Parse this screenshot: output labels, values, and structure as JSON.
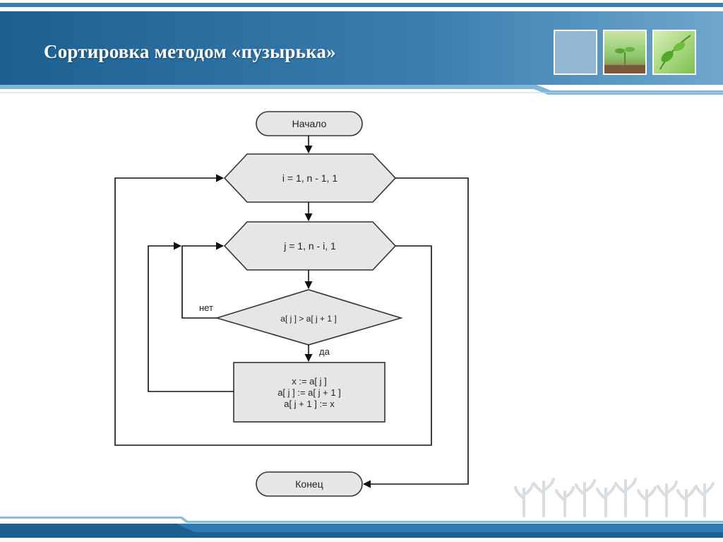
{
  "slide": {
    "title": "Сортировка методом «пузырька»"
  },
  "flowchart": {
    "start_label": "Начало",
    "outer_loop_label": "i = 1, n - 1, 1",
    "inner_loop_label": "j = 1, n - i, 1",
    "condition_label": "a[ j ] > a[ j  + 1 ]",
    "no_label": "нет",
    "yes_label": "да",
    "swap_lines": [
      "x := a[ j ]",
      "a[ j ] := a[ j + 1 ]",
      "a[ j + 1 ] := x"
    ],
    "end_label": "Конец"
  },
  "decor": {
    "icons": [
      "blank-tile-icon",
      "seedling-photo-icon",
      "leaf-photo-icon",
      "grass-sprouts-icon"
    ]
  }
}
